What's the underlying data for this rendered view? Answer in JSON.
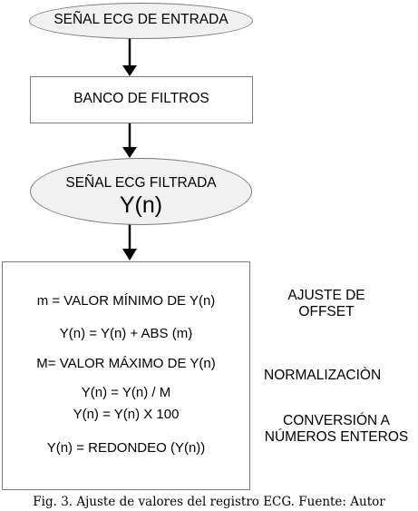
{
  "nodes": {
    "input_signal": "SEÑAL ECG DE ENTRADA",
    "filter_bank": "BANCO DE FILTROS",
    "filtered_signal": {
      "line1": "SEÑAL ECG FILTRADA",
      "line2": "Y(n)"
    },
    "process": {
      "step1": "m = VALOR MÍNIMO  DE Y(n)",
      "step2": "Y(n) = Y(n) + ABS (m)",
      "step3": "M= VALOR MÁXIMO DE Y(n)",
      "step4": "Y(n) = Y(n) / M",
      "step5": "Y(n) = Y(n) X 100",
      "step6": "Y(n) = REDONDEO (Y(n))"
    }
  },
  "annotations": {
    "offset": {
      "line1": "AJUSTE DE",
      "line2": "OFFSET"
    },
    "normalization": "NORMALIZACIÒN",
    "conversion": {
      "line1": "CONVERSIÓN A",
      "line2": "NÚMEROS ENTEROS"
    }
  },
  "caption": "Fig. 3. Ajuste de valores del registro ECG. Fuente: Autor",
  "colors": {
    "ellipse_fill": "#f1f1f1",
    "border": "#7a7a7a",
    "arrow": "#000000"
  }
}
